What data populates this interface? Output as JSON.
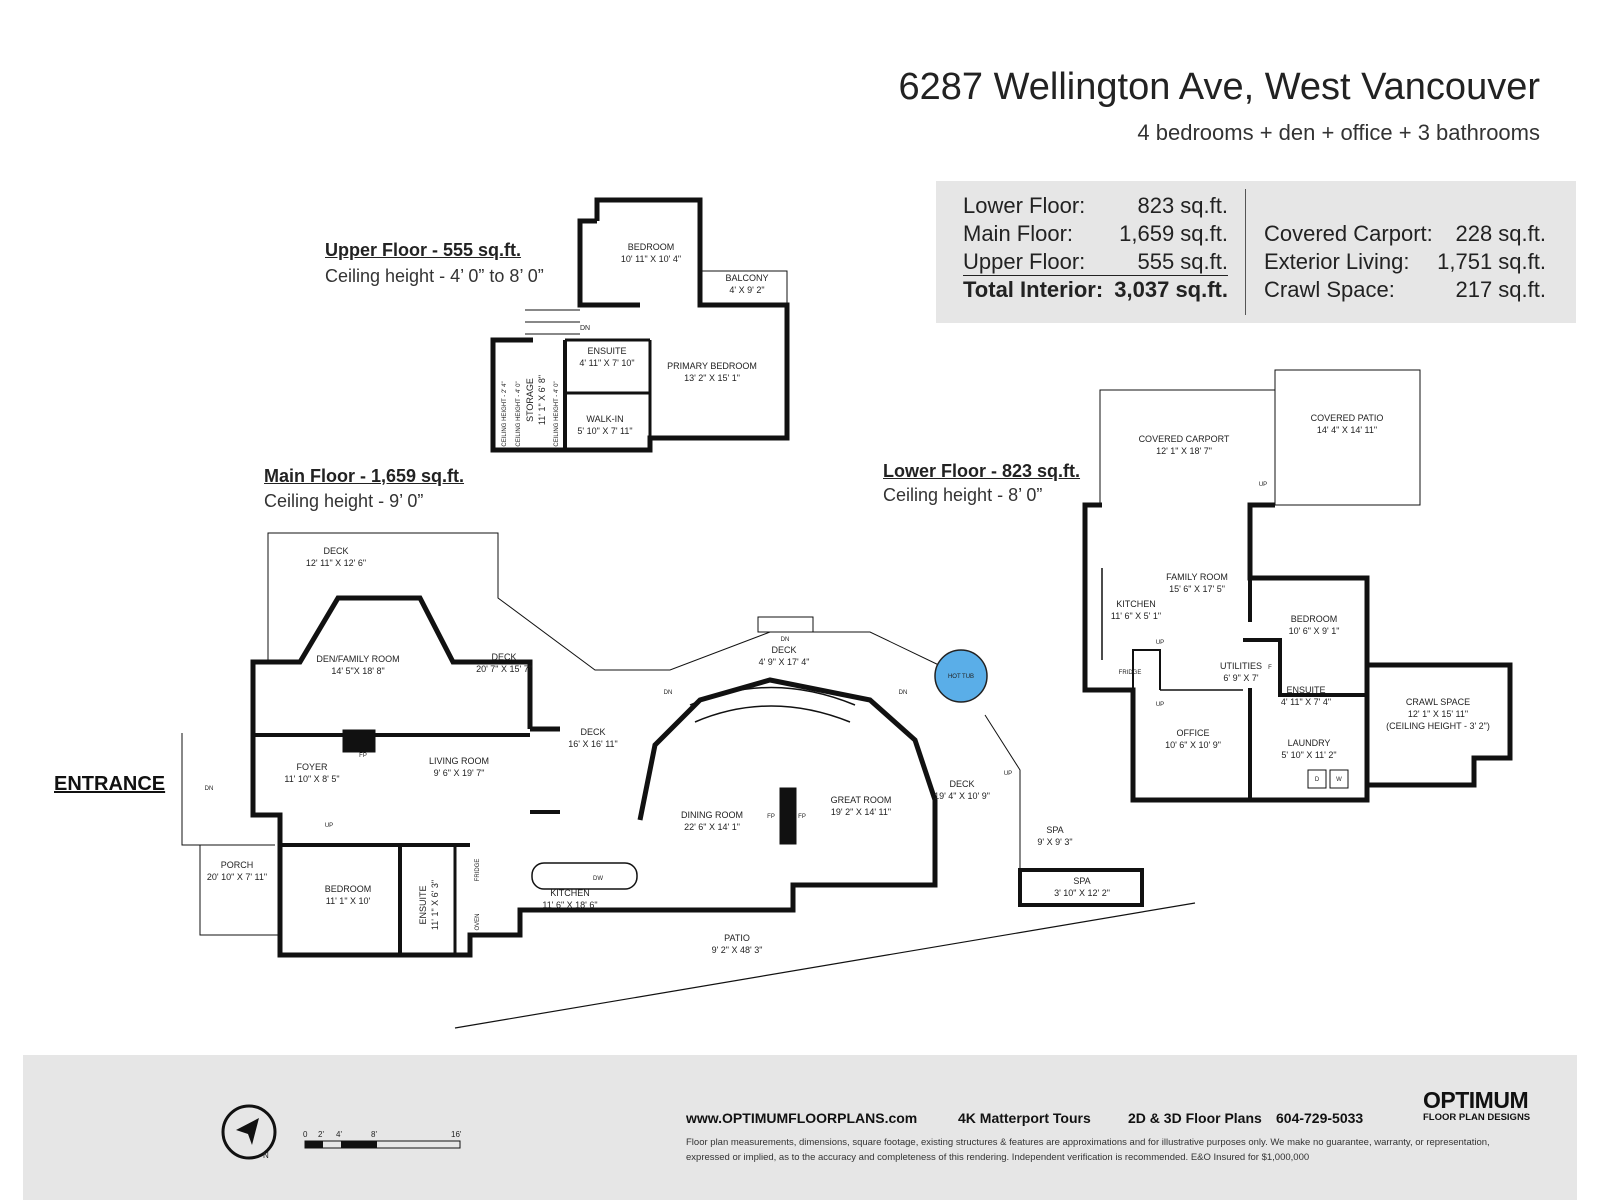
{
  "header": {
    "address": "6287 Wellington Ave, West Vancouver",
    "summary": "4 bedrooms + den + office + 3 bathrooms"
  },
  "areas": {
    "interior": [
      {
        "label": "Lower Floor:",
        "value": "823 sq.ft."
      },
      {
        "label": "Main Floor:",
        "value": "1,659 sq.ft."
      },
      {
        "label": "Upper Floor:",
        "value": "555 sq.ft."
      },
      {
        "label": "Total Interior:",
        "value": "3,037 sq.ft."
      }
    ],
    "exterior": [
      {
        "label": "Covered Carport:",
        "value": "228 sq.ft."
      },
      {
        "label": "Exterior Living:",
        "value": "1,751 sq.ft."
      },
      {
        "label": "Crawl Space:",
        "value": "217 sq.ft."
      }
    ]
  },
  "floors": {
    "upper": {
      "heading": "Upper Floor - 555 sq.ft.",
      "ceiling": "Ceiling height - 4’ 0” to 8’ 0”"
    },
    "main": {
      "heading": "Main Floor - 1,659 sq.ft.",
      "ceiling": "Ceiling height - 9’ 0”"
    },
    "lower": {
      "heading": "Lower Floor - 823 sq.ft.",
      "ceiling": "Ceiling height - 8’ 0”"
    }
  },
  "entrance": "ENTRANCE",
  "rooms": {
    "upper": [
      {
        "name": "BEDROOM",
        "dims": "10' 11\" X 10' 4\""
      },
      {
        "name": "BALCONY",
        "dims": "4' X 9' 2\""
      },
      {
        "name": "ENSUITE",
        "dims": "4' 11\" X 7' 10\""
      },
      {
        "name": "PRIMARY BEDROOM",
        "dims": "13' 2\" X 15' 1\""
      },
      {
        "name": "STORAGE",
        "dims": "11' 1\" X 6' 8\""
      },
      {
        "name": "WALK-IN",
        "dims": "5' 10\" X 7' 11\""
      }
    ],
    "upper_notes": [
      "CEILING HEIGHT - 2' 4\"",
      "CEILING HEIGHT - 4' 0\"",
      "CEILING HEIGHT - 4' 0\"",
      "DN"
    ],
    "main": [
      {
        "name": "DECK",
        "dims": "12' 11\" X 12' 6\""
      },
      {
        "name": "DEN/FAMILY ROOM",
        "dims": "14' 5\"X 18' 8\""
      },
      {
        "name": "DECK",
        "dims": "20' 7\" X 15' 7\""
      },
      {
        "name": "DECK",
        "dims": "4' 9\" X 17' 4\""
      },
      {
        "name": "FOYER",
        "dims": "11' 10\" X 8' 5\""
      },
      {
        "name": "LIVING ROOM",
        "dims": "9' 6\" X 19' 7\""
      },
      {
        "name": "DECK",
        "dims": "16' X 16' 11\""
      },
      {
        "name": "DINING ROOM",
        "dims": "22' 6\" X 14' 1\""
      },
      {
        "name": "GREAT ROOM",
        "dims": "19' 2\" X 14' 11\""
      },
      {
        "name": "DECK",
        "dims": "19' 4\" X 10' 9\""
      },
      {
        "name": "PORCH",
        "dims": "20' 10\" X 7' 11\""
      },
      {
        "name": "BEDROOM",
        "dims": "11' 1\" X 10'"
      },
      {
        "name": "ENSUITE",
        "dims": "11' 1\" X 6' 3\""
      },
      {
        "name": "KITCHEN",
        "dims": "11' 6\" X 18' 6\""
      },
      {
        "name": "PATIO",
        "dims": "9' 2\" X 48' 3\""
      },
      {
        "name": "SPA",
        "dims": "9' X 9' 3\""
      },
      {
        "name": "SPA",
        "dims": "3' 10\" X 12' 2\""
      }
    ],
    "main_notes": {
      "hot_tub": "HOT TUB",
      "dn": "DN",
      "up": "UP",
      "fp": "FP",
      "fridge": "FRIDGE",
      "oven": "OVEN",
      "dw": "DW"
    },
    "lower": [
      {
        "name": "COVERED CARPORT",
        "dims": "12' 1\" X 18' 7\""
      },
      {
        "name": "COVERED PATIO",
        "dims": "14' 4\" X 14' 11\""
      },
      {
        "name": "FAMILY ROOM",
        "dims": "15' 6\" X 17' 5\""
      },
      {
        "name": "KITCHEN",
        "dims": "11' 6\" X 5' 1\""
      },
      {
        "name": "BEDROOM",
        "dims": "10' 6\" X 9' 1\""
      },
      {
        "name": "UTILITIES",
        "dims": "6' 9\" X 7'"
      },
      {
        "name": "ENSUITE",
        "dims": "4' 11\" X 7' 4\""
      },
      {
        "name": "OFFICE",
        "dims": "10' 6\" X 10' 9\""
      },
      {
        "name": "LAUNDRY",
        "dims": "5' 10\" X 11' 2\""
      }
    ],
    "crawl": {
      "name": "CRAWL SPACE",
      "dims": "12' 1\" X 15' 11\"",
      "note": "(CEILING HEIGHT - 3' 2\")"
    },
    "lower_notes": {
      "up": "UP",
      "fridge": "FRIDGE",
      "d": "D",
      "w": "W",
      "f": "F"
    }
  },
  "scale": {
    "ticks": [
      "0",
      "2'",
      "4'",
      "8'",
      "16'"
    ],
    "north": "N"
  },
  "footer": {
    "website": "www.OPTIMUMFLOORPLANS.com",
    "service1": "4K Matterport Tours",
    "service2": "2D & 3D Floor Plans",
    "phone": "604-729-5033",
    "disclaimer": "Floor plan measurements, dimensions, square footage, existing structures & features are approximations and for illustrative purposes only. We make no guarantee, warranty, or representation, expressed or implied, as to the accuracy and completeness of this rendering. Independent verification is recommended. E&O Insured for $1,000,000",
    "logo_main": "OPTIMUM",
    "logo_sub": "FLOOR PLAN DESIGNS"
  }
}
